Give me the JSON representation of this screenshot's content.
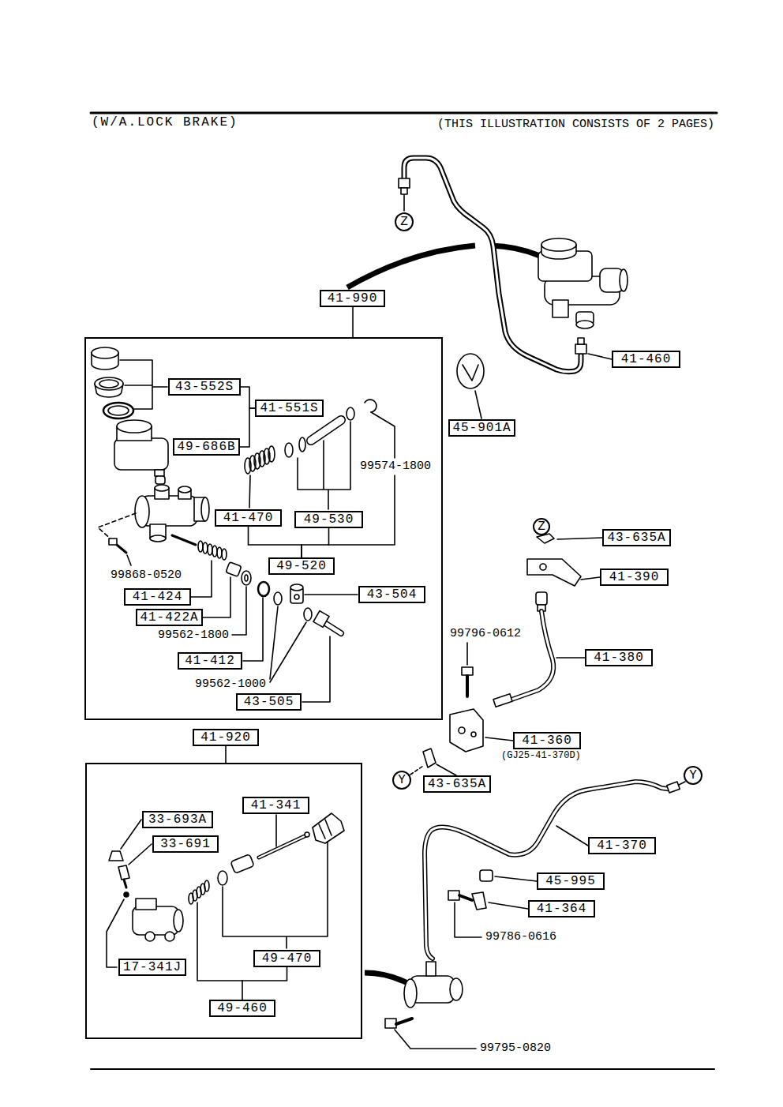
{
  "diagram": {
    "title": "(W/A.LOCK BRAKE)",
    "nodes": [
      {
        "text": [
          "Z"
        ]
      },
      {
        "text": [
          "41-990"
        ]
      },
      {
        "text": [
          "41-460"
        ]
      },
      {
        "text": [
          "43-552S"
        ],
        "in": 1
      },
      {
        "text": [
          "41-551S"
        ],
        "in": 1
      },
      {
        "text": [
          "45-901A"
        ]
      },
      {
        "text": [
          "49-686B"
        ],
        "in": 1
      },
      {
        "text": [
          "41-470"
        ],
        "in": 1
      },
      {
        "text": [
          "49-530"
        ],
        "in": 1
      },
      {
        "text": [
          "Z"
        ]
      },
      {
        "text": [
          "43-635A"
        ]
      },
      {
        "text": [
          "49-520"
        ],
        "in": 1
      },
      {
        "text": [
          "41-390"
        ]
      },
      {
        "text": [
          "41-424"
        ],
        "in": 1
      },
      {
        "text": [
          "43-504"
        ],
        "in": 1
      },
      {
        "text": [
          "41-422A"
        ],
        "in": 1
      },
      {
        "text": [
          "41-380"
        ]
      },
      {
        "text": [
          "41-412"
        ],
        "in": 1
      },
      {
        "text": [
          "43-505"
        ],
        "in": 1
      },
      {
        "text": [
          "41-920"
        ]
      },
      {
        "text": [
          "41-360"
        ]
      },
      {
        "text": [
          "43-635A"
        ]
      },
      {
        "text": [
          "Y"
        ]
      },
      {
        "text": [
          "Y"
        ]
      },
      {
        "text": [
          "41-341"
        ],
        "in": 19
      },
      {
        "text": [
          "33-693A"
        ],
        "in": 19
      },
      {
        "text": [
          "33-691"
        ],
        "in": 19
      },
      {
        "text": [
          "41-370"
        ]
      },
      {
        "text": [
          "45-995"
        ]
      },
      {
        "text": [
          "41-364"
        ]
      },
      {
        "text": [
          "49-470"
        ],
        "in": 19
      },
      {
        "text": [
          "17-341J"
        ],
        "in": 19
      },
      {
        "text": [
          "49-460"
        ],
        "in": 19
      }
    ],
    "edges": [
      {
        "from": 4,
        "to": 3,
        "arrow": "none"
      },
      {
        "from": 4,
        "to": 6,
        "arrow": "none"
      },
      {
        "from": 11,
        "to": 7,
        "arrow": "none"
      },
      {
        "from": 11,
        "to": 8,
        "arrow": "none"
      },
      {
        "from": 32,
        "to": 30,
        "arrow": "none"
      }
    ],
    "labels": [
      "(THIS ILLUSTRATION CONSISTS OF 2 PAGES)",
      "99574-1800",
      "99868-0520",
      "99562-1800",
      "99562-1000",
      "99796-0612",
      "(GJ25-41-370D)",
      "99786-0616",
      "99795-0820"
    ]
  }
}
